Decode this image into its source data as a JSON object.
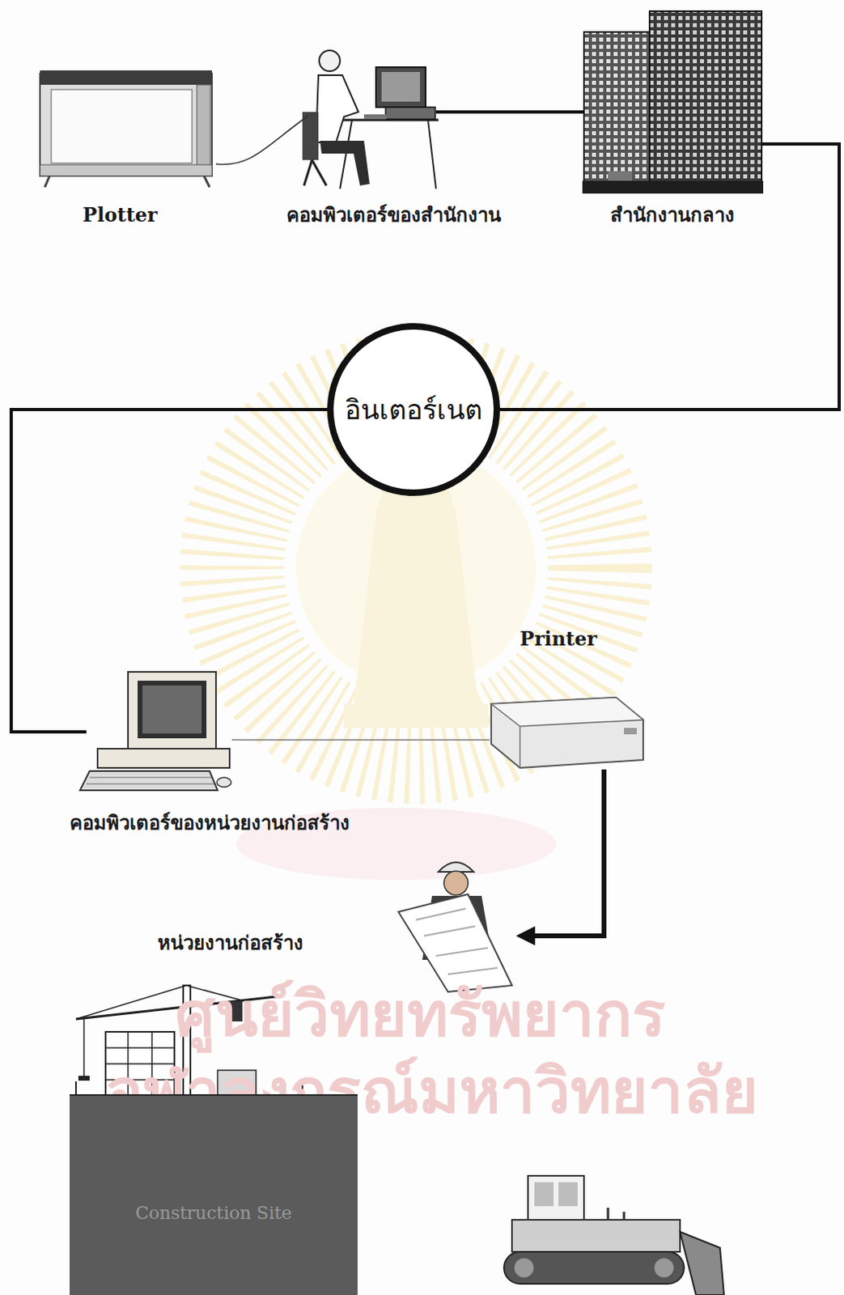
{
  "diagram": {
    "nodes": [
      {
        "text": [
          "Plotter"
        ]
      },
      {
        "text": [
          "คอมพิวเตอร์ของสำนักงาน"
        ]
      },
      {
        "text": [
          "สำนักงานกลาง"
        ]
      },
      {
        "text": [
          "อินเตอร์เนต"
        ]
      },
      {
        "text": [
          "Printer"
        ]
      },
      {
        "text": [
          "คอมพิวเตอร์ของหน่วยงานก่อสร้าง"
        ]
      },
      {
        "text": [
          "หน่วยงานก่อสร้าง"
        ]
      },
      {
        "text": [
          "Construction Site"
        ]
      }
    ],
    "edges": [
      {
        "from": 0,
        "to": 1,
        "arrow": "none"
      },
      {
        "from": 1,
        "to": 2,
        "arrow": "none"
      },
      {
        "from": 2,
        "to": 3,
        "arrow": "none"
      },
      {
        "from": 3,
        "to": 5,
        "arrow": "none"
      },
      {
        "from": 5,
        "to": 4,
        "arrow": "none"
      },
      {
        "from": 4,
        "to": 6,
        "arrow": "to"
      }
    ],
    "labels": [
      "ศูนย์วิทยทรัพยากร",
      "จุฬาลงกรณ์มหาวิทยาลัย"
    ]
  }
}
